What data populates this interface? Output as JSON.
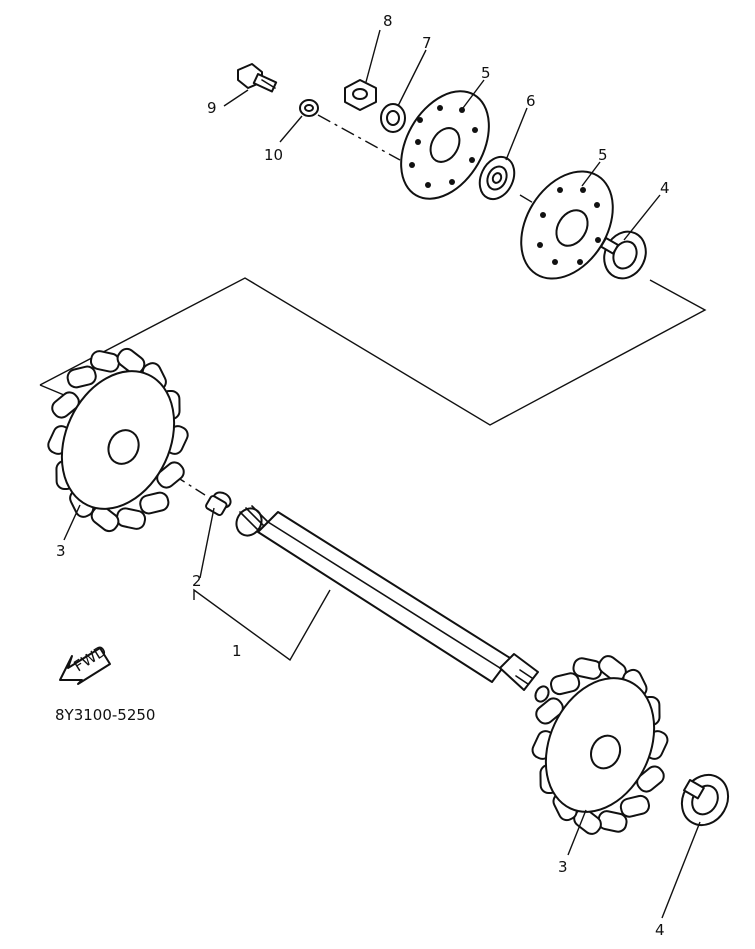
{
  "diagram": {
    "code": "8Y3100-5250",
    "fwd_label": "FWD",
    "callouts": [
      {
        "id": "c8",
        "label": "8"
      },
      {
        "id": "c7",
        "label": "7"
      },
      {
        "id": "c5a",
        "label": "5"
      },
      {
        "id": "c6",
        "label": "6"
      },
      {
        "id": "c5b",
        "label": "5"
      },
      {
        "id": "c4a",
        "label": "4"
      },
      {
        "id": "c9",
        "label": "9"
      },
      {
        "id": "c10",
        "label": "10"
      },
      {
        "id": "c3a",
        "label": "3"
      },
      {
        "id": "c2",
        "label": "2"
      },
      {
        "id": "c1",
        "label": "1"
      },
      {
        "id": "c3b",
        "label": "3"
      },
      {
        "id": "c4b",
        "label": "4"
      }
    ]
  }
}
